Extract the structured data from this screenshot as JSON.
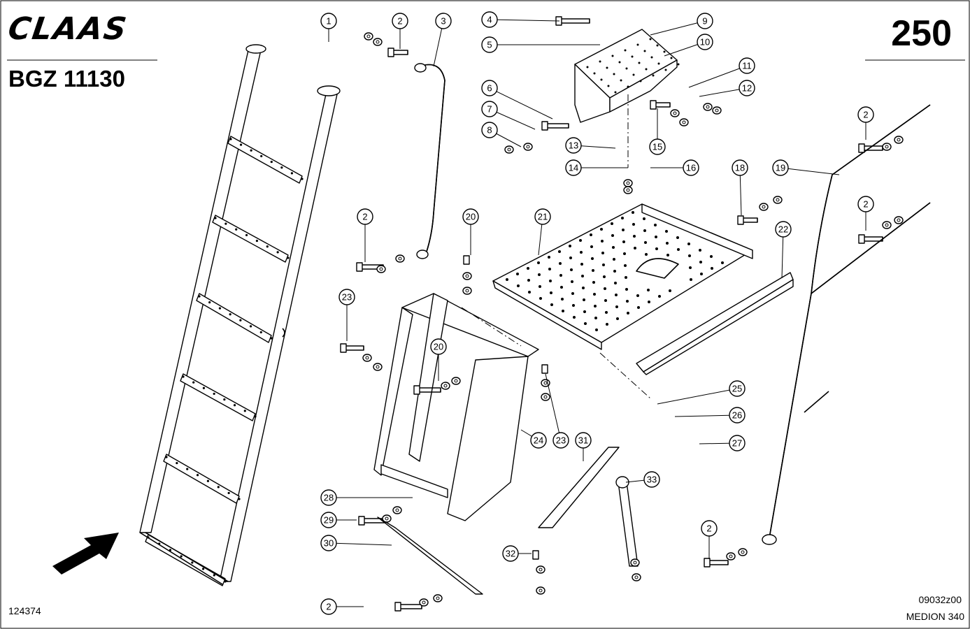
{
  "header": {
    "brand": "CLAAS",
    "model_code": "BGZ 11130",
    "page_number": "250"
  },
  "footer": {
    "drawing_number": "124374",
    "figure_code": "09032z00",
    "machine_name": "MEDION 340"
  },
  "callouts": [
    "1",
    "1",
    "2",
    "3",
    "4",
    "5",
    "6",
    "7",
    "8",
    "9",
    "10",
    "11",
    "12",
    "13",
    "14",
    "15",
    "16",
    "18",
    "19",
    "2",
    "2",
    "20",
    "21",
    "22",
    "23",
    "2",
    "20",
    "23",
    "24",
    "25",
    "26",
    "27",
    "31",
    "33",
    "28",
    "29",
    "30",
    "32",
    "2",
    "2"
  ]
}
